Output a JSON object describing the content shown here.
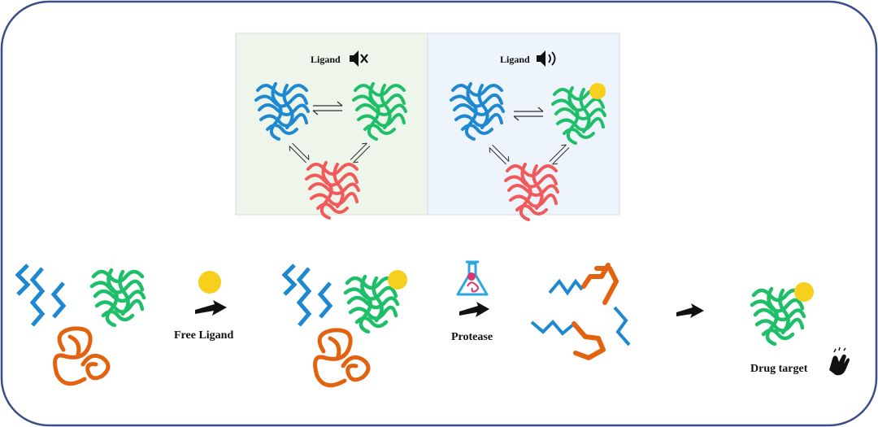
{
  "top_panels": {
    "left": {
      "label": "Ligand",
      "speaker_state": "muted",
      "bg": "#eef5ea"
    },
    "right": {
      "label": "Ligand",
      "speaker_state": "sound-on",
      "bg": "#eef4fb"
    }
  },
  "workflow": {
    "step1_label": "Free Ligand",
    "step2_label": "Protease",
    "result_label": "Drug target"
  },
  "colors": {
    "frame_border": "#3a4f8a",
    "blue_protein": "#1e88d0",
    "green_protein": "#1fbf6a",
    "red_protein": "#f05a5a",
    "orange_protein": "#e2620f",
    "ligand": "#f7d01e",
    "protease_flask": "#29a8e0",
    "protease_contents": "#e0306e"
  },
  "icons": [
    "speaker-muted-icon",
    "speaker-sound-icon",
    "clapping-hands-icon",
    "protease-flask-icon"
  ]
}
